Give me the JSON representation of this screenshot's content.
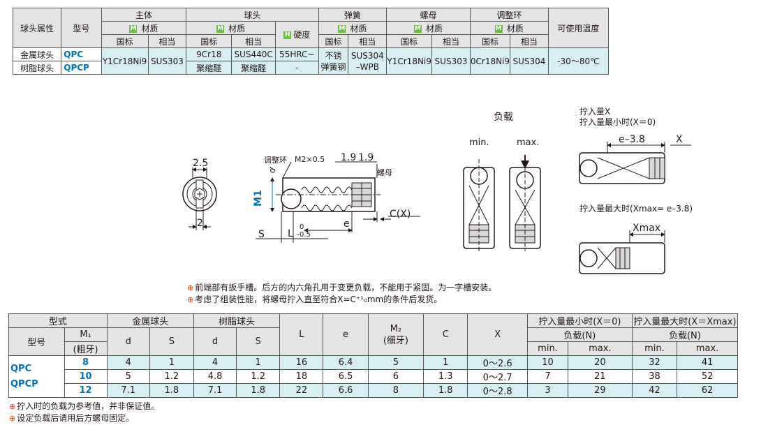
{
  "material_table": {
    "col_ball_attr": "球头属性",
    "col_model": "型号",
    "group_body": "主体",
    "group_ball": "球头",
    "group_spring": "弹簧",
    "group_nut": "螺母",
    "group_adjust": "调整环",
    "col_temp": "可使用温度",
    "material_label": "材质",
    "material_badge": "M",
    "hardness_badge": "H",
    "hardness_label": "硬度",
    "sub_gb": "国标",
    "sub_equiv": "相当",
    "rows": [
      {
        "attr": "金属球头",
        "model": "QPC",
        "ball_gb": "9Cr18",
        "ball_equiv": "SUS440C",
        "hardness": "55HRC~"
      },
      {
        "attr": "树脂球头",
        "model": "QPCP",
        "ball_gb": "聚缩醛",
        "ball_equiv": "聚缩醛",
        "hardness": "-"
      }
    ],
    "body_gb": "Y1Cr18Ni9",
    "body_equiv": "SUS303",
    "spring_gb_1": "不锈",
    "spring_gb_2": "弹簧钢",
    "spring_equiv_1": "SUS304",
    "spring_equiv_2": "–WPB",
    "nut_gb": "Y1Cr18Ni9",
    "nut_equiv": "SUS303",
    "adjust_gb": "0Cr18Ni9",
    "adjust_equiv": "SUS304",
    "temperature": "-30～80℃"
  },
  "drawing": {
    "dim_2_5": "2.5",
    "dim_2": "2",
    "label_adjust_ring": "调整环",
    "label_m2": "M2×0.5",
    "dim_1_9a": "1.9",
    "dim_1_9b": "1.9",
    "label_nut": "螺母",
    "label_d": "d",
    "label_m1": "M1",
    "label_s": "S",
    "label_l": "L",
    "tol_upper": "0",
    "tol_lower": "–0.5",
    "label_e": "e",
    "label_cx": "C(X)",
    "load_title": "负载",
    "load_min": "min.",
    "load_max": "max.",
    "screw_in_title": "拧入量X",
    "screw_in_min": "拧入量最小时(X＝0)",
    "dim_e_minus": "e–3.8",
    "label_x": "X",
    "screw_in_max": "拧入量最大时(Xmax= e–3.8)",
    "label_xmax": "Xmax"
  },
  "notes_top": [
    "前端部有扳手槽。后方的内六角孔用于变更负载，不能用于紧固。为一字槽安装。",
    "考虑了组装性能，将螺母拧入直至符合X=C⁺¹₀mm的条件后发货。"
  ],
  "dims_table": {
    "h_form": "型式",
    "h_metal": "金属球头",
    "h_resin": "树脂球头",
    "h_L": "L",
    "h_e": "e",
    "h_M2": "M₂",
    "h_M2_sub": "(细牙)",
    "h_C": "C",
    "h_X": "X",
    "h_min_screw": "拧入量最小时(X＝0)",
    "h_max_screw": "拧入量最大时(X＝Xmax)",
    "h_load": "负载(N)",
    "h_model": "型号",
    "h_M1": "M₁",
    "h_M1_sub": "(粗牙)",
    "h_d": "d",
    "h_S": "S",
    "h_min": "min.",
    "h_max": "max.",
    "model_1": "QPC",
    "model_2": "QPCP",
    "rows": [
      {
        "m1": "8",
        "d1": "4",
        "s1": "1",
        "d2": "4",
        "s2": "1",
        "L": "16",
        "e": "6.4",
        "m2": "5",
        "c": "1",
        "x": "0～2.6",
        "min0": "10",
        "max0": "20",
        "minx": "32",
        "maxx": "41"
      },
      {
        "m1": "10",
        "d1": "5",
        "s1": "1.2",
        "d2": "4.8",
        "s2": "1.2",
        "L": "18",
        "e": "6.5",
        "m2": "6",
        "c": "1.3",
        "x": "0～2.7",
        "min0": "7",
        "max0": "21",
        "minx": "38",
        "maxx": "52"
      },
      {
        "m1": "12",
        "d1": "7.1",
        "s1": "1.8",
        "d2": "7.1",
        "s2": "1.8",
        "L": "22",
        "e": "6.6",
        "m2": "8",
        "c": "1.8",
        "x": "0～2.8",
        "min0": "3",
        "max0": "29",
        "minx": "42",
        "maxx": "62"
      }
    ]
  },
  "notes_bottom": [
    "拧入时的负载为参考值，并非保证值。",
    "设定负载后请用后方螺母固定。"
  ],
  "colors": {
    "accent": "#0071bc",
    "row_tint": "#d7eef2",
    "header_gray": "#e4e4e4",
    "badge_green": "#6cbf3f",
    "note_icon": "#e8380d"
  }
}
